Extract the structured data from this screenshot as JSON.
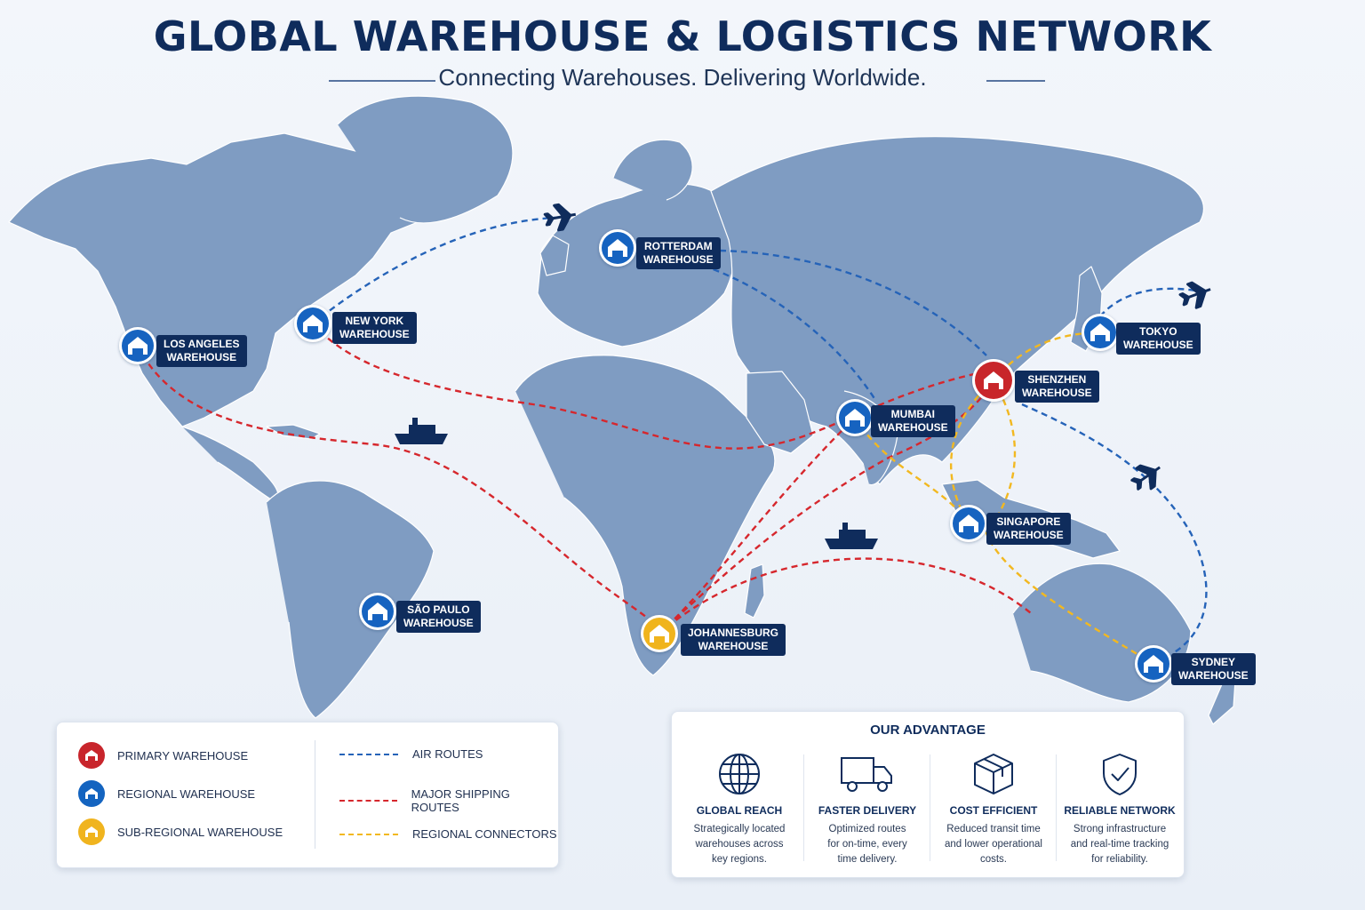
{
  "header": {
    "title": "GLOBAL WAREHOUSE & LOGISTICS NETWORK",
    "subtitle": "Connecting Warehouses. Delivering Worldwide."
  },
  "colors": {
    "primary": "#c8252c",
    "regional": "#1464c0",
    "subregional": "#f0b41e",
    "air": "#2563b8",
    "shipping": "#d6272d",
    "connector": "#f2b820",
    "land": "#7f9cc2",
    "navy": "#0f2c5c"
  },
  "warehouses": [
    {
      "id": "la",
      "line1": "LOS ANGELES",
      "line2": "WAREHOUSE",
      "type": "regional"
    },
    {
      "id": "ny",
      "line1": "NEW YORK",
      "line2": "WAREHOUSE",
      "type": "regional"
    },
    {
      "id": "rot",
      "line1": "ROTTERDAM",
      "line2": "WAREHOUSE",
      "type": "regional"
    },
    {
      "id": "tok",
      "line1": "TOKYO",
      "line2": "WAREHOUSE",
      "type": "regional"
    },
    {
      "id": "shz",
      "line1": "SHENZHEN",
      "line2": "WAREHOUSE",
      "type": "primary"
    },
    {
      "id": "mum",
      "line1": "MUMBAI",
      "line2": "WAREHOUSE",
      "type": "regional"
    },
    {
      "id": "sin",
      "line1": "SINGAPORE",
      "line2": "WAREHOUSE",
      "type": "regional"
    },
    {
      "id": "sp",
      "line1": "SÃO PAULO",
      "line2": "WAREHOUSE",
      "type": "regional"
    },
    {
      "id": "jnb",
      "line1": "JOHANNESBURG",
      "line2": "WAREHOUSE",
      "type": "subregional"
    },
    {
      "id": "syd",
      "line1": "SYDNEY",
      "line2": "WAREHOUSE",
      "type": "regional"
    }
  ],
  "legend": {
    "items": [
      {
        "label": "PRIMARY WAREHOUSE",
        "kind": "primary"
      },
      {
        "label": "REGIONAL WAREHOUSE",
        "kind": "regional"
      },
      {
        "label": "SUB-REGIONAL WAREHOUSE",
        "kind": "subregional"
      }
    ],
    "routes": [
      {
        "label": "AIR ROUTES",
        "kind": "air"
      },
      {
        "label": "MAJOR SHIPPING ROUTES",
        "kind": "shipping"
      },
      {
        "label": "REGIONAL CONNECTORS",
        "kind": "connector"
      }
    ]
  },
  "advantage": {
    "title": "OUR ADVANTAGE",
    "items": [
      {
        "heading": "GLOBAL REACH",
        "line1": "Strategically located",
        "line2": "warehouses across",
        "line3": "key regions.",
        "icon": "globe-icon"
      },
      {
        "heading": "FASTER DELIVERY",
        "line1": "Optimized routes",
        "line2": "for on-time, every",
        "line3": "time delivery.",
        "icon": "truck-icon"
      },
      {
        "heading": "COST EFFICIENT",
        "line1": "Reduced transit time",
        "line2": "and lower operational",
        "line3": "costs.",
        "icon": "box-icon"
      },
      {
        "heading": "RELIABLE NETWORK",
        "line1": "Strong infrastructure",
        "line2": "and real-time tracking",
        "line3": "for reliability.",
        "icon": "shield-check-icon"
      }
    ]
  }
}
